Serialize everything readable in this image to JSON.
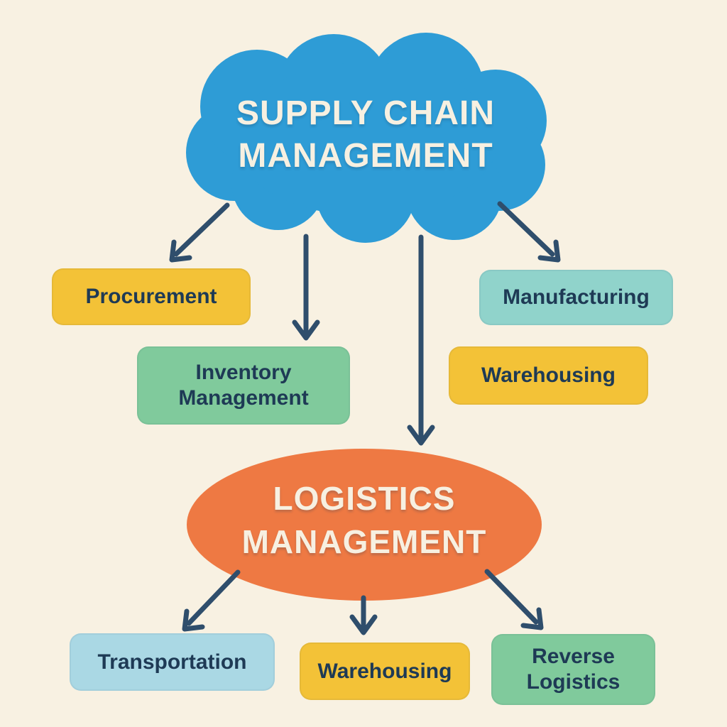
{
  "diagram_title": "Supply Chain Management",
  "palette": {
    "background": "#F8F1E2",
    "cloud_blue": "#2E9CD6",
    "ellipse_orange": "#EE7943",
    "yellow": "#F3C237",
    "green": "#80CA9C",
    "teal": "#90D3CB",
    "light_blue": "#AAD8E4",
    "dark_text": "#1E3A55",
    "light_text": "#F7F0E1",
    "arrow": "#2F4E6C"
  },
  "supply_cloud": {
    "label": "SUPPLY CHAIN\nMANAGEMENT",
    "shape": "cloud",
    "color": "#2E9CD6",
    "text_color": "#F7F0E1"
  },
  "logistics_ellipse": {
    "label": "LOGISTICS\nMANAGEMENT",
    "shape": "ellipse",
    "color": "#EE7943",
    "text_color": "#F7F0E1"
  },
  "scm_nodes": [
    {
      "id": "procurement",
      "label": "Procurement",
      "color": "#F3C237"
    },
    {
      "id": "inventory-management",
      "label": "Inventory Management",
      "color": "#80CA9C"
    },
    {
      "id": "manufacturing",
      "label": "Manufacturing",
      "color": "#90D3CB"
    },
    {
      "id": "warehousing",
      "label": "Warehousing",
      "color": "#F3C237"
    }
  ],
  "logistics_nodes": [
    {
      "id": "transportation",
      "label": "Transportation",
      "color": "#AAD8E4"
    },
    {
      "id": "warehousing",
      "label": "Warehousing",
      "color": "#F3C237"
    },
    {
      "id": "reverse-logistics",
      "label": "Reverse Logistics",
      "color": "#80CA9C"
    }
  ],
  "edges": [
    {
      "from": "supply-chain-management",
      "to": "procurement"
    },
    {
      "from": "supply-chain-management",
      "to": "inventory-management"
    },
    {
      "from": "supply-chain-management",
      "to": "logistics-management"
    },
    {
      "from": "supply-chain-management",
      "to": "manufacturing"
    },
    {
      "from": "logistics-management",
      "to": "transportation"
    },
    {
      "from": "logistics-management",
      "to": "warehousing"
    },
    {
      "from": "logistics-management",
      "to": "reverse-logistics"
    }
  ]
}
